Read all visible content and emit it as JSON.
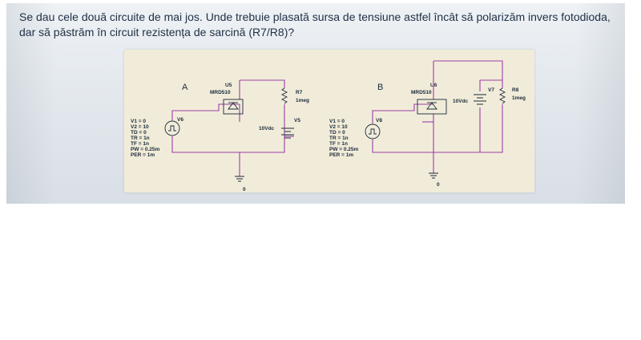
{
  "question": {
    "line1": "Se dau cele două circuite de mai jos. Unde trebuie plasată sursa de tensiune astfel încât să polarizăm invers fotodioda,",
    "line2": "dar să păstrăm în circuit rezistența de sarcină (R7/R8)?"
  },
  "circuit_a": {
    "label": "A",
    "diode_ref": "U5",
    "diode_part": "MRD510",
    "resistor_ref": "R7",
    "resistor_value": "1meg",
    "battery_ref": "V5",
    "battery_value": "10Vdc",
    "pulse_ref": "V6",
    "ground_label": "0",
    "params": [
      "V1 = 0",
      "V2 = 10",
      "TD = 0",
      "TR = 1n",
      "TF = 1n",
      "PW = 0.25m",
      "PER = 1m"
    ]
  },
  "circuit_b": {
    "label": "B",
    "diode_ref": "U6",
    "diode_part": "MRD510",
    "resistor_ref": "R8",
    "resistor_value": "1meg",
    "battery_ref": "V7",
    "battery_value": "10Vdc",
    "pulse_ref": "V8",
    "ground_label": "0",
    "params": [
      "V1 = 0",
      "V2 = 10",
      "TD = 0",
      "TR = 1n",
      "TF = 1n",
      "PW = 0.25m",
      "PER = 1m"
    ]
  },
  "colors": {
    "wire": "#9b3fa8",
    "paper": "#f1ecd9",
    "text": "#1f2f45"
  }
}
